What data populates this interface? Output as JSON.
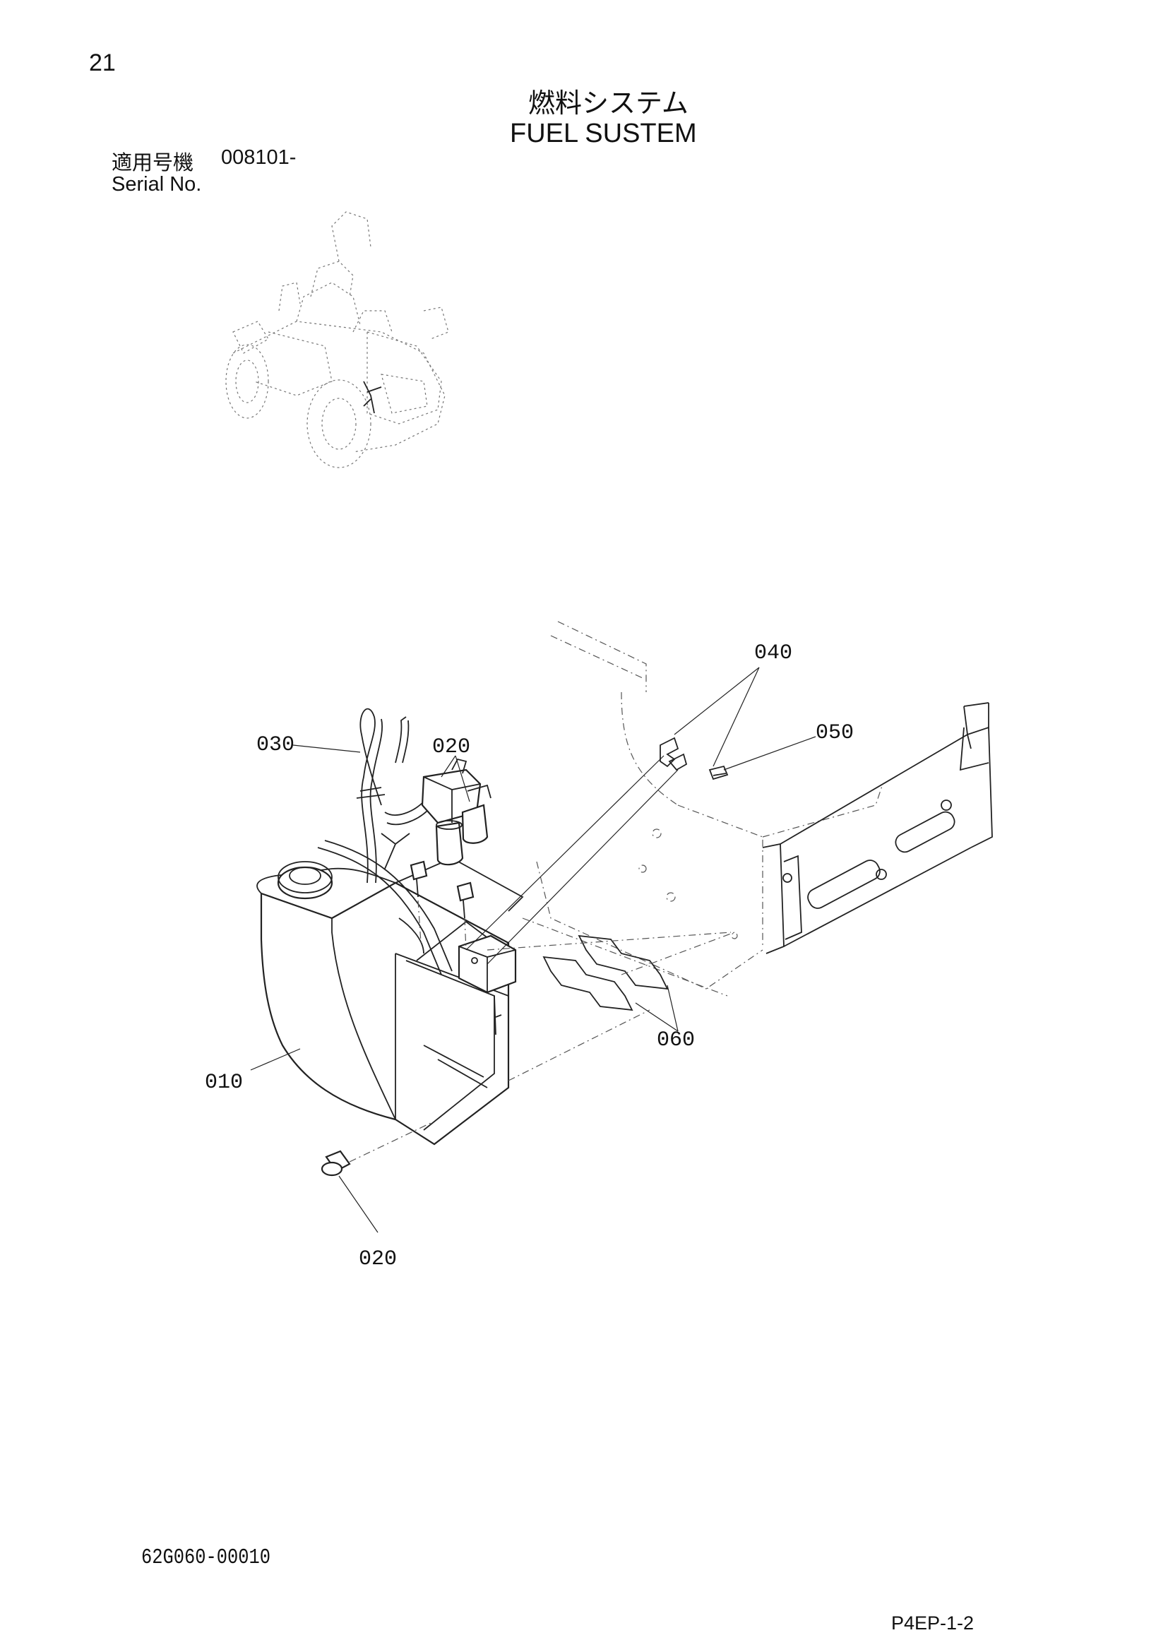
{
  "page_number": "21",
  "title_jp": "燃料システム",
  "title_en": "FUEL SUSTEM",
  "serial": {
    "label_jp": "適用号機",
    "value": "008101-",
    "label_en": "Serial No."
  },
  "callouts": [
    "040",
    "050",
    "030",
    "020",
    "060",
    "010",
    "020"
  ],
  "drawing_code": "62G060-00010",
  "page_code": "P4EP-1-2"
}
